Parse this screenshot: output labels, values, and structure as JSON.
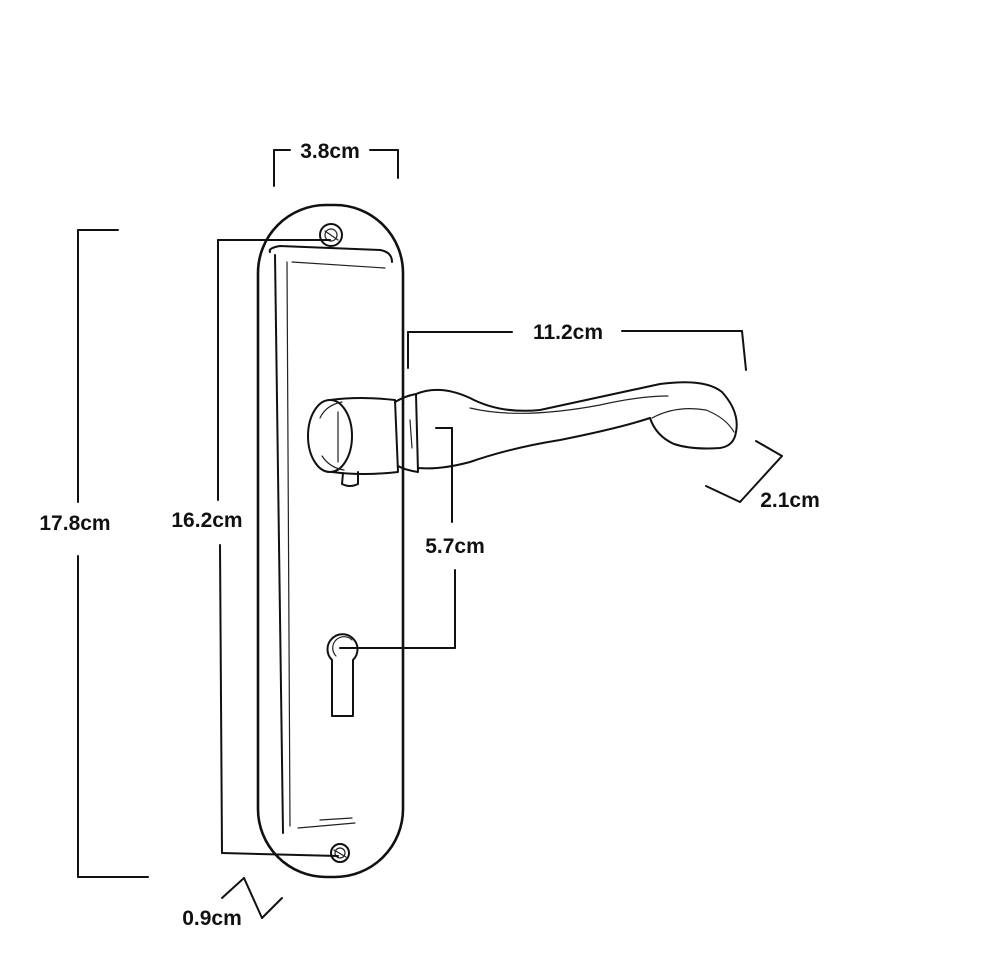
{
  "dimensions": {
    "plate_width": "3.8cm",
    "plate_height": "17.8cm",
    "screw_spacing": "16.2cm",
    "lever_length": "11.2cm",
    "lever_width": "2.1cm",
    "centre_distance": "5.7cm",
    "plate_thickness": "0.9cm"
  },
  "colors": {
    "ink": "#111111",
    "background": "#ffffff"
  }
}
